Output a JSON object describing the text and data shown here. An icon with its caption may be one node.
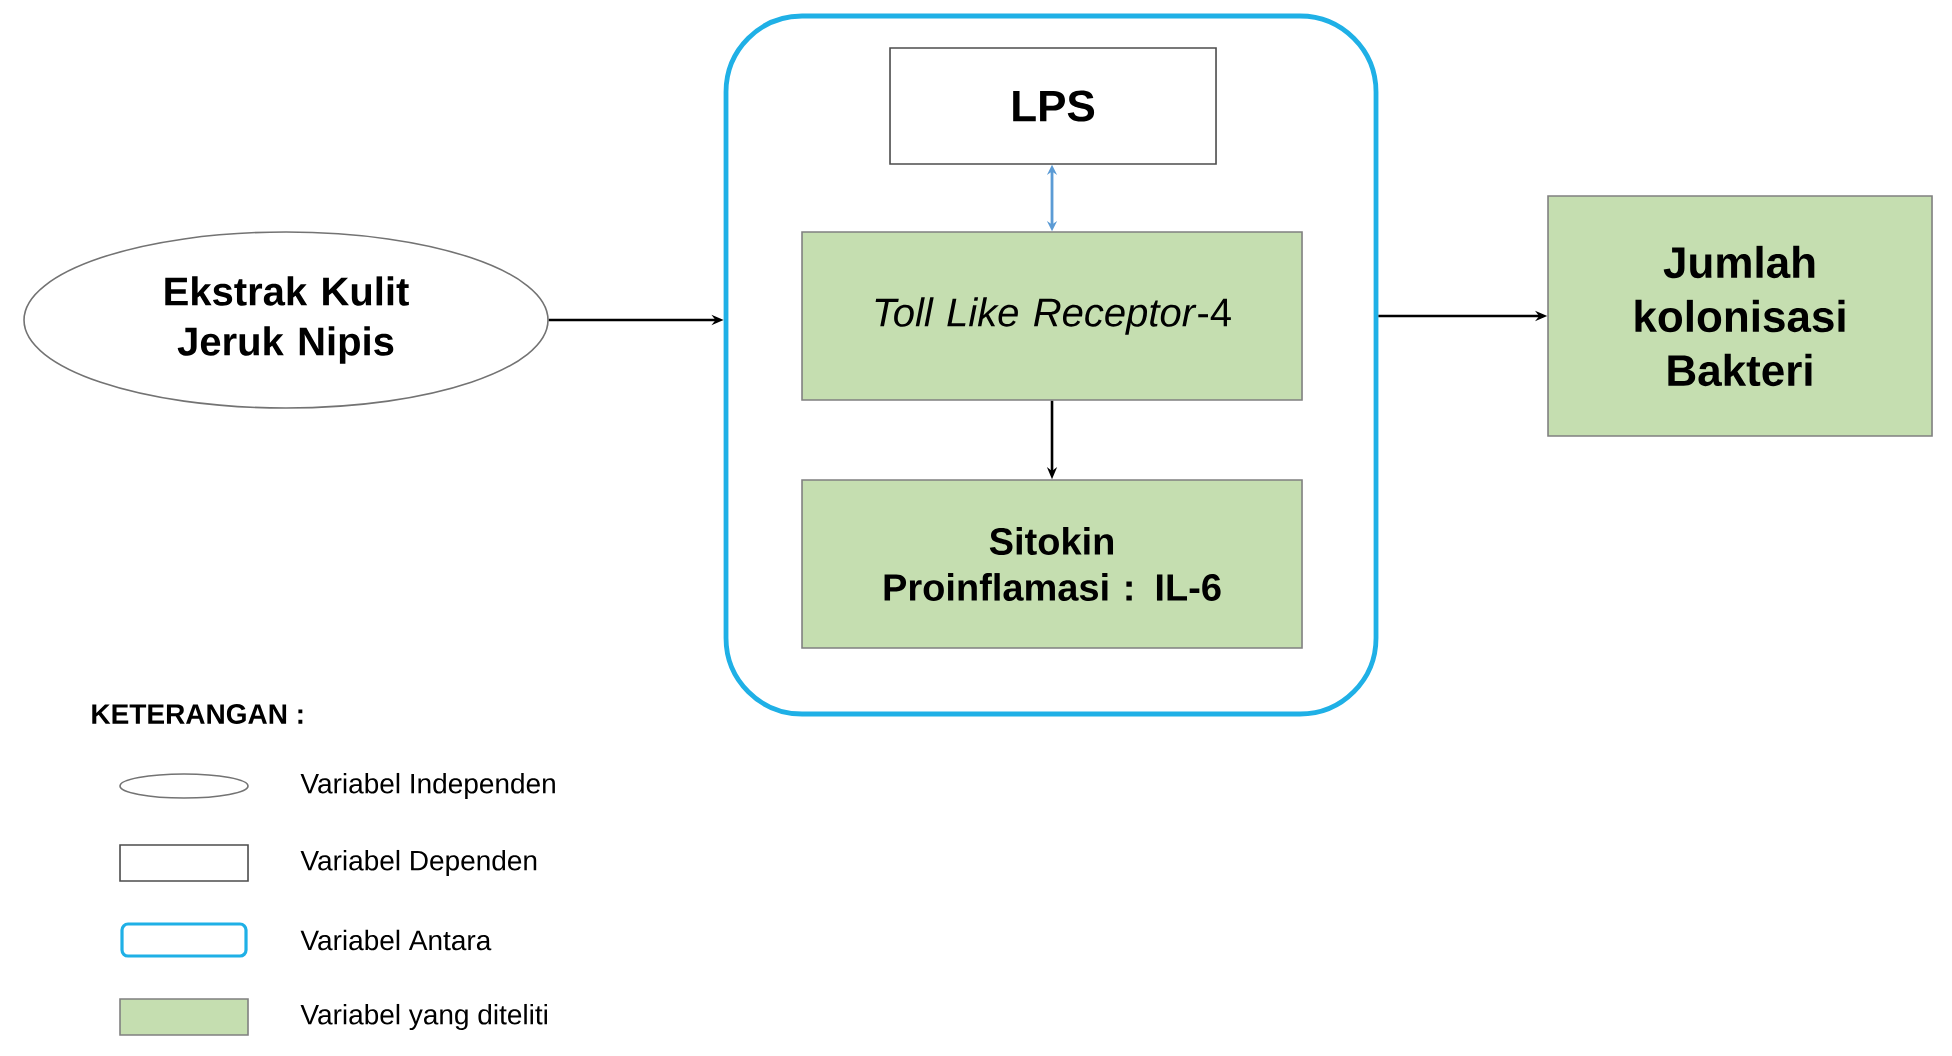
{
  "diagram": {
    "nodes": [
      {
        "text": [
          "Ekstrak Kulit Jeruk Nipis"
        ]
      },
      {
        "text": [],
        "shape": "box"
      },
      {
        "text": [
          "LPS"
        ],
        "in": 1
      },
      {
        "text": [
          "*Toll Like Receptor*-4"
        ],
        "in": 1
      },
      {
        "text": [
          "Sitokin Proinflamasi : IL-6"
        ],
        "in": 1
      },
      {
        "text": [
          "Jumlah kolonisasi Bakteri"
        ]
      }
    ],
    "edges": [
      {
        "from": 0,
        "to": 1,
        "arrow": "to"
      },
      {
        "from": 2,
        "to": 3,
        "arrow": "both",
        "color": "#5b9bd5"
      },
      {
        "from": 3,
        "to": 4,
        "arrow": "to"
      },
      {
        "from": 1,
        "to": 5,
        "arrow": "to"
      }
    ],
    "labels": [
      "KETERANGAN :"
    ],
    "legend": [
      {
        "text": "Variabel Independen"
      },
      {
        "text": "Variabel Dependen"
      },
      {
        "text": "Variabel Antara"
      },
      {
        "text": "Variabel yang diteliti",
        "color": "#c5deb0"
      }
    ]
  }
}
